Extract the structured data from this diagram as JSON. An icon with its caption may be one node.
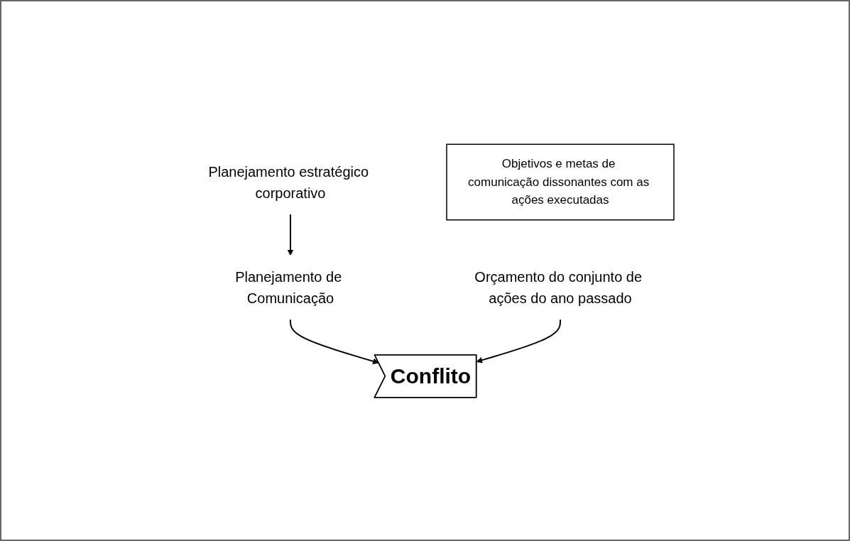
{
  "diagram": {
    "nodes": [
      {
        "text": [
          "Planejamento estratégico corporativo"
        ]
      },
      {
        "text": [
          "Planejamento de Comunicação"
        ]
      },
      {
        "text": [
          "Conflito"
        ]
      },
      {
        "text": [
          "Orçamento do conjunto de ações do ano passado"
        ]
      },
      {
        "text": [
          "Objetivos e metas de comunicação dissonantes com as ações executadas"
        ]
      }
    ],
    "edges": [
      {
        "from": 0,
        "to": 1,
        "arrow": "to"
      },
      {
        "from": 1,
        "to": 2,
        "arrow": "to"
      },
      {
        "from": 3,
        "to": 2,
        "arrow": "to"
      }
    ]
  }
}
